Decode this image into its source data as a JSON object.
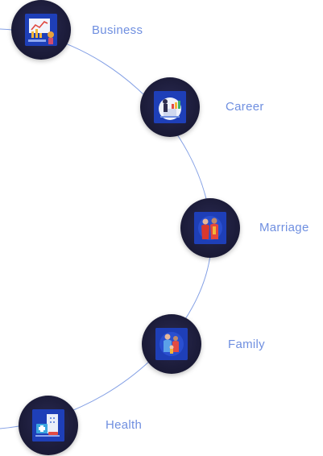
{
  "colors": {
    "accent": "#6f8fe0",
    "node_bg": "#1c1c3a",
    "tile_bg": "#1e3fb8"
  },
  "nodes": [
    {
      "key": "business",
      "label": "Business",
      "icon": "business-chart-icon"
    },
    {
      "key": "career",
      "label": "Career",
      "icon": "career-office-icon"
    },
    {
      "key": "marriage",
      "label": "Marriage",
      "icon": "marriage-couple-icon"
    },
    {
      "key": "family",
      "label": "Family",
      "icon": "family-icon"
    },
    {
      "key": "health",
      "label": "Health",
      "icon": "health-medical-icon"
    }
  ]
}
